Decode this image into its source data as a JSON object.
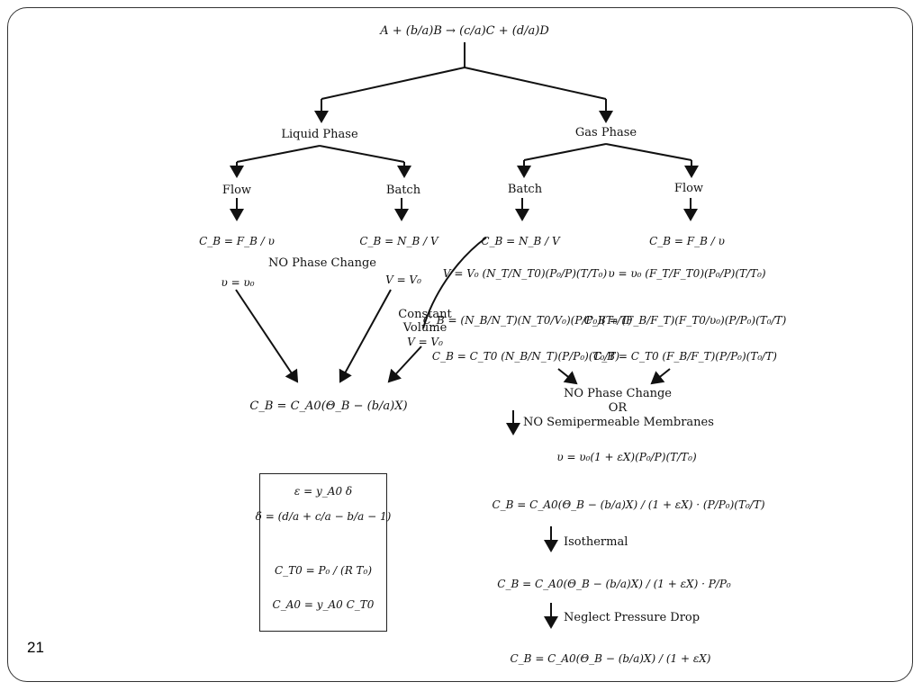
{
  "page_number": "21",
  "reaction": "A + (b/a)B → (c/a)C + (d/a)D",
  "branches": {
    "liquid": "Liquid Phase",
    "gas": "Gas Phase"
  },
  "liquid": {
    "flow": "Flow",
    "batch": "Batch",
    "flow_conc": "C_B = F_B / υ",
    "batch_conc": "C_B = N_B / V",
    "no_phase_change": "NO Phase Change",
    "flow_vol": "υ = υ₀",
    "batch_vol": "V = V₀",
    "result": "C_B = C_A0(Θ_B − (b/a)X)"
  },
  "gas": {
    "batch": "Batch",
    "flow": "Flow",
    "batch_conc": "C_B = N_B / V",
    "flow_conc": "C_B = F_B / υ",
    "batch_vol": "V = V₀ (N_T/N_T0)(P₀/P)(T/T₀)",
    "flow_vol": "υ = υ₀ (F_T/F_T0)(P₀/P)(T/T₀)",
    "batch_c1": "C_B = (N_B/N_T)(N_T0/V₀)(P/P₀)(T₀/T)",
    "flow_c1": "C_B = (F_B/F_T)(F_T0/υ₀)(P/P₀)(T₀/T)",
    "batch_c2": "C_B = C_T0 (N_B/N_T)(P/P₀)(T₀/T)",
    "flow_c2": "C_B = C_T0 (F_B/F_T)(P/P₀)(T₀/T)",
    "constant_volume_1": "Constant",
    "constant_volume_2": "Volume",
    "constant_volume_3": "V = V₀"
  },
  "conditions": {
    "no_phase_change": "NO Phase Change",
    "or": "OR",
    "no_membranes": "NO Semipermeable Membranes",
    "vol_eq": "υ = υ₀(1 + εX)(P₀/P)(T/T₀)",
    "conc_eq": "C_B = C_A0(Θ_B − (b/a)X) / (1 + εX) · (P/P₀)(T₀/T)",
    "isothermal": "Isothermal",
    "iso_eq": "C_B = C_A0(Θ_B − (b/a)X) / (1 + εX) · P/P₀",
    "neglect_dp": "Neglect Pressure Drop",
    "final_eq": "C_B = C_A0(Θ_B − (b/a)X) / (1 + εX)"
  },
  "definitions": {
    "epsilon": "ε = y_A0 δ",
    "delta": "δ = (d/a + c/a − b/a − 1)",
    "ct0": "C_T0 = P₀ / (R T₀)",
    "ca0": "C_A0 = y_A0 C_T0"
  }
}
